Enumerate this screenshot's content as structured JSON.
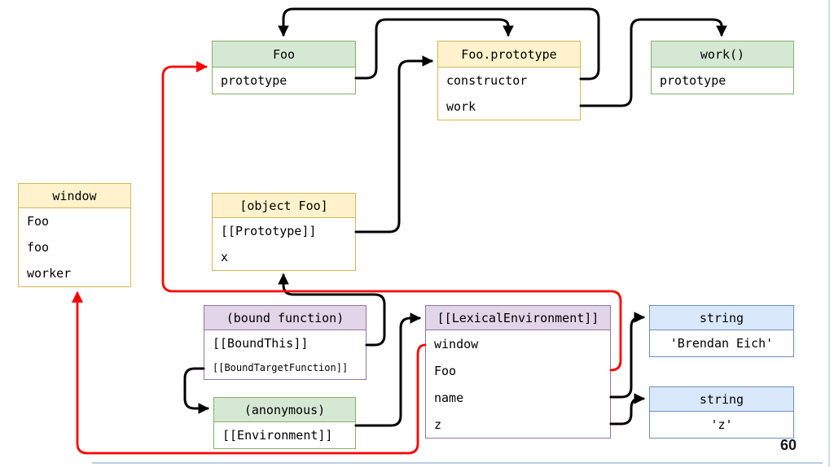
{
  "page_number": "60",
  "accents": {
    "green_border": "#82b366",
    "green_fill": "#d5e8d4",
    "yellow_border": "#d6b656",
    "yellow_fill": "#fff2cc",
    "purple_border": "#9673a6",
    "purple_fill": "#e1d5e7",
    "blue_border": "#6c8ebf",
    "blue_fill": "#dae8fc",
    "arrow_black": "#000000",
    "arrow_red": "#ff0000"
  },
  "boxes": {
    "foo": {
      "title": "Foo",
      "rows": [
        "prototype"
      ]
    },
    "foo_prototype": {
      "title": "Foo.prototype",
      "rows": [
        "constructor",
        "work"
      ]
    },
    "work_fn": {
      "title": "work()",
      "rows": [
        "prototype"
      ]
    },
    "window_obj": {
      "title": "window",
      "rows": [
        "Foo",
        "foo",
        "worker"
      ]
    },
    "object_foo": {
      "title": "[object Foo]",
      "rows": [
        "[[Prototype]]",
        "x"
      ]
    },
    "bound_function": {
      "title": "(bound function)",
      "rows": [
        "[[BoundThis]]",
        "[[BoundTargetFunction]]"
      ]
    },
    "anonymous_fn": {
      "title": "(anonymous)",
      "rows": [
        "[[Environment]]"
      ]
    },
    "lexical_environment": {
      "title": "[[LexicalEnvironment]]",
      "rows": [
        "window",
        "Foo",
        "name",
        "z"
      ]
    },
    "string_brendan": {
      "title": "string",
      "rows": [
        "'Brendan Eich'"
      ]
    },
    "string_z": {
      "title": "string",
      "rows": [
        "'z'"
      ]
    }
  },
  "edges": [
    {
      "from": "Foo.prototype.constructor",
      "to": "Foo",
      "color": "black"
    },
    {
      "from": "Foo.prototype(row)",
      "to": "Foo.prototype",
      "color": "black"
    },
    {
      "from": "Foo.prototype.work",
      "to": "work()",
      "color": "black"
    },
    {
      "from": "[object Foo].[[Prototype]]",
      "to": "Foo.prototype",
      "color": "black"
    },
    {
      "from": "(bound function).[[BoundThis]]",
      "to": "[object Foo]",
      "color": "black"
    },
    {
      "from": "(bound function).[[BoundTargetFunction]]",
      "to": "(anonymous)",
      "color": "black"
    },
    {
      "from": "(anonymous).[[Environment]]",
      "to": "[[LexicalEnvironment]]",
      "color": "black"
    },
    {
      "from": "[[LexicalEnvironment]].name",
      "to": "string 'Brendan Eich'",
      "color": "black"
    },
    {
      "from": "[[LexicalEnvironment]].z",
      "to": "string 'z'",
      "color": "black"
    },
    {
      "from": "[[LexicalEnvironment]].Foo",
      "to": "Foo",
      "color": "red"
    },
    {
      "from": "[[LexicalEnvironment]].window",
      "to": "window",
      "color": "red"
    }
  ]
}
